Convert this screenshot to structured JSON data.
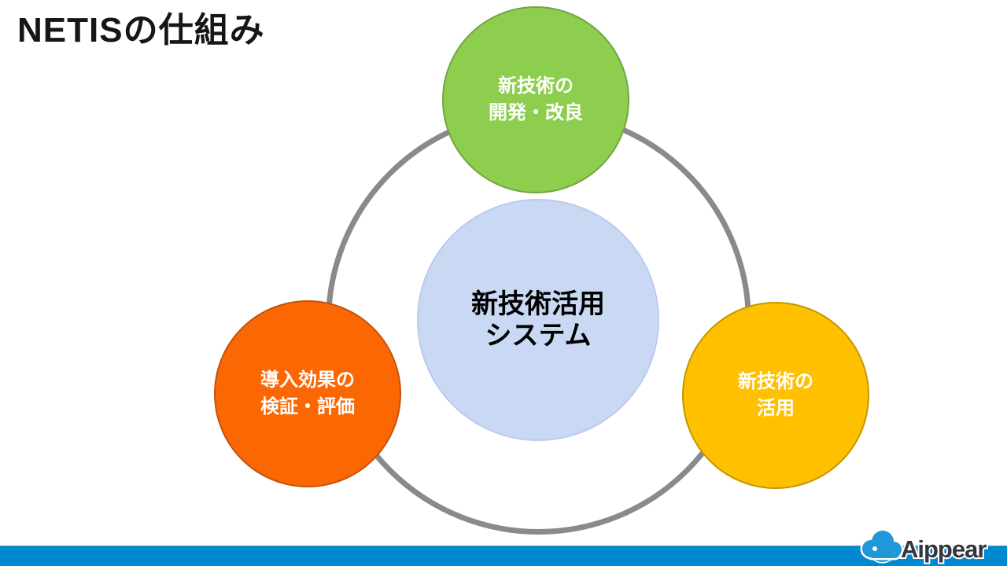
{
  "title": "NETISの仕組み",
  "diagram": {
    "type": "cycle-diagram",
    "ring_color": "#8A8A8A",
    "center": {
      "line1": "新技術活用",
      "line2": "システム",
      "fill": "#C9D8F3",
      "text_color": "#000000"
    },
    "nodes": [
      {
        "id": "development",
        "position": "top",
        "line1": "新技術の",
        "line2": "開発・改良",
        "fill": "#8DCE4E",
        "text_color": "#FFFFFF"
      },
      {
        "id": "utilization",
        "position": "bottom-right",
        "line1": "新技術の",
        "line2": "活用",
        "fill": "#FFC000",
        "text_color": "#FFFFFF"
      },
      {
        "id": "evaluation",
        "position": "bottom-left",
        "line1": "導入効果の",
        "line2": "検証・評価",
        "fill": "#FA6703",
        "text_color": "#FFFFFF"
      }
    ]
  },
  "footer": {
    "bar_color": "#0089D1",
    "logo_text": "Aippear",
    "logo_cloud_color": "#1E98D6",
    "logo_text_color": "#35353F"
  }
}
